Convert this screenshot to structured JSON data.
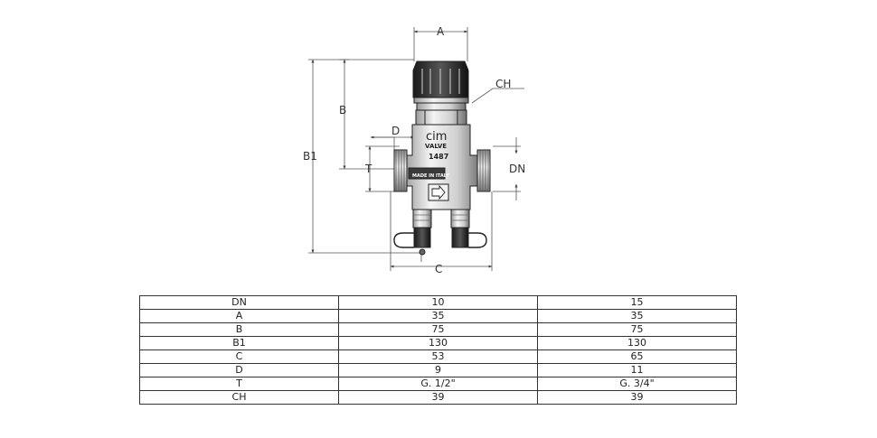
{
  "drawing": {
    "dim_labels": {
      "A": "A",
      "B": "B",
      "B1": "B1",
      "C": "C",
      "D": "D",
      "T": "T",
      "DN": "DN",
      "CH": "CH"
    },
    "valve_marking": {
      "brand": "cim",
      "line2": "VALVE",
      "model": "1487",
      "origin": "MADE IN ITALY"
    }
  },
  "table": {
    "rows": [
      {
        "label": "DN",
        "v1": "10",
        "v2": "15"
      },
      {
        "label": "A",
        "v1": "35",
        "v2": "35"
      },
      {
        "label": "B",
        "v1": "75",
        "v2": "75"
      },
      {
        "label": "B1",
        "v1": "130",
        "v2": "130"
      },
      {
        "label": "C",
        "v1": "53",
        "v2": "65"
      },
      {
        "label": "D",
        "v1": "9",
        "v2": "11"
      },
      {
        "label": "T",
        "v1": "G. 1/2\"",
        "v2": "G. 3/4\""
      },
      {
        "label": "CH",
        "v1": "39",
        "v2": "39"
      }
    ]
  }
}
